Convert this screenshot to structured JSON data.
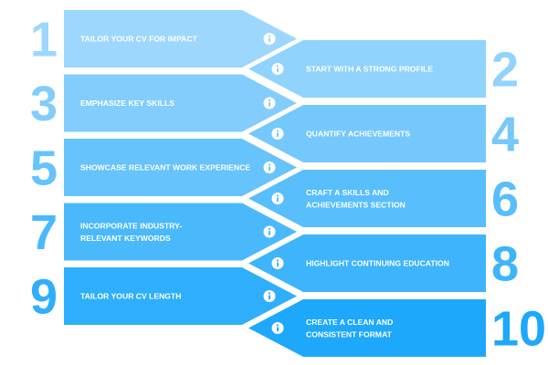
{
  "steps": [
    {
      "number": "1",
      "label_lines": [
        "TAILOR YOUR CV FOR IMPACT"
      ],
      "color": "#9dd7fd"
    },
    {
      "number": "2",
      "label_lines": [
        "START WITH A STRONG PROFILE"
      ],
      "color": "#90d3fd"
    },
    {
      "number": "3",
      "label_lines": [
        "EMPHASIZE KEY SKILLS"
      ],
      "color": "#82cdfc"
    },
    {
      "number": "4",
      "label_lines": [
        "QUANTIFY ACHIEVEMENTS"
      ],
      "color": "#75c8fc"
    },
    {
      "number": "5",
      "label_lines": [
        "SHOWCASE RELEVANT WORK EXPERIENCE"
      ],
      "color": "#66c3fc"
    },
    {
      "number": "6",
      "label_lines": [
        "CRAFT A SKILLS AND",
        "ACHIEVEMENTS SECTION"
      ],
      "color": "#58befc"
    },
    {
      "number": "7",
      "label_lines": [
        "INCORPORATE INDUSTRY-",
        "RELEVANT KEYWORDS"
      ],
      "color": "#4ab9fb"
    },
    {
      "number": "8",
      "label_lines": [
        "HIGHLIGHT CONTINUING EDUCATION"
      ],
      "color": "#3db4fb"
    },
    {
      "number": "9",
      "label_lines": [
        "TAILOR YOUR CV LENGTH"
      ],
      "color": "#2faffb"
    },
    {
      "number": "10",
      "label_lines": [
        "CREATE A CLEAN AND",
        "CONSISTENT FORMAT"
      ],
      "color": "#1da8fb"
    }
  ],
  "icon": "info-icon",
  "icon_color": "#ffffff"
}
